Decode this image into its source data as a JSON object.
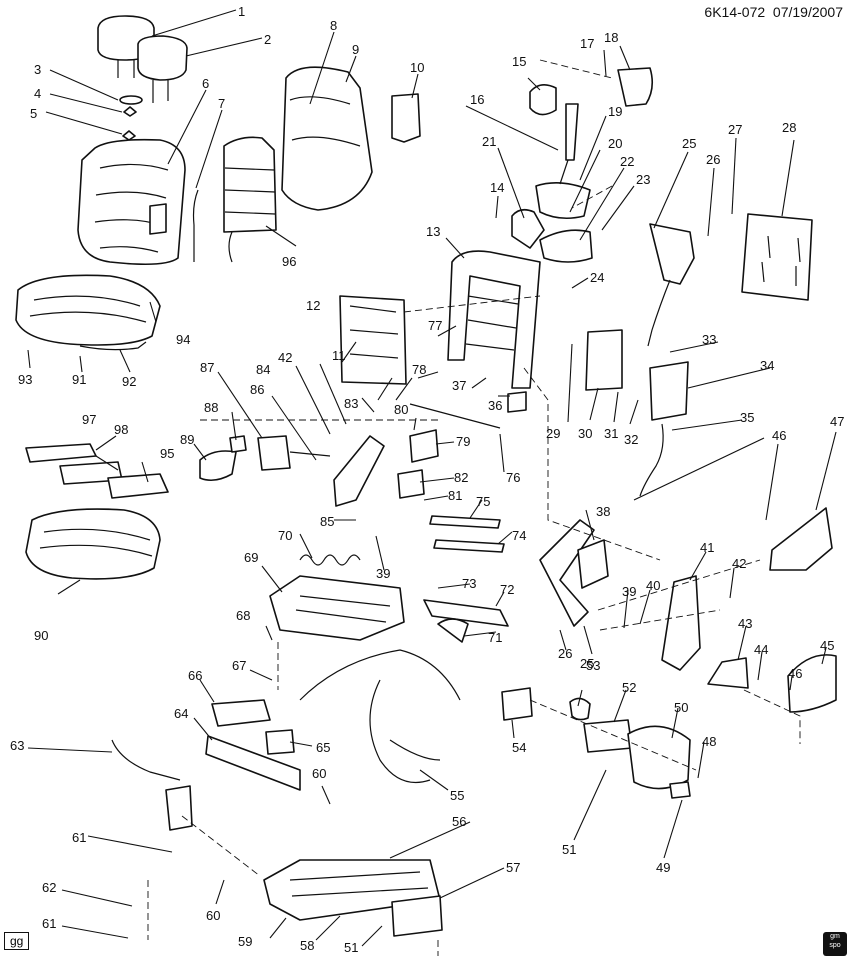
{
  "header": {
    "drawing_id": "6K14-072",
    "date": "07/19/2007"
  },
  "corner_code": "gg",
  "logo": {
    "line1": "gm",
    "line2": "spo"
  },
  "callouts": [
    "1",
    "2",
    "3",
    "4",
    "5",
    "6",
    "7",
    "8",
    "9",
    "10",
    "11",
    "12",
    "13",
    "14",
    "15",
    "16",
    "17",
    "18",
    "19",
    "20",
    "21",
    "22",
    "23",
    "24",
    "25",
    "25",
    "26",
    "26",
    "27",
    "28",
    "29",
    "30",
    "31",
    "32",
    "33",
    "34",
    "35",
    "36",
    "37",
    "38",
    "39",
    "39",
    "40",
    "41",
    "42",
    "42",
    "43",
    "44",
    "45",
    "46",
    "46",
    "47",
    "48",
    "49",
    "50",
    "51",
    "51",
    "52",
    "53",
    "54",
    "55",
    "56",
    "57",
    "58",
    "59",
    "60",
    "60",
    "61",
    "61",
    "62",
    "63",
    "64",
    "65",
    "66",
    "67",
    "68",
    "69",
    "70",
    "71",
    "72",
    "73",
    "74",
    "75",
    "76",
    "77",
    "78",
    "79",
    "80",
    "81",
    "82",
    "83",
    "84",
    "85",
    "86",
    "87",
    "88",
    "89",
    "90",
    "91",
    "92",
    "93",
    "94",
    "95",
    "96",
    "97",
    "98"
  ]
}
